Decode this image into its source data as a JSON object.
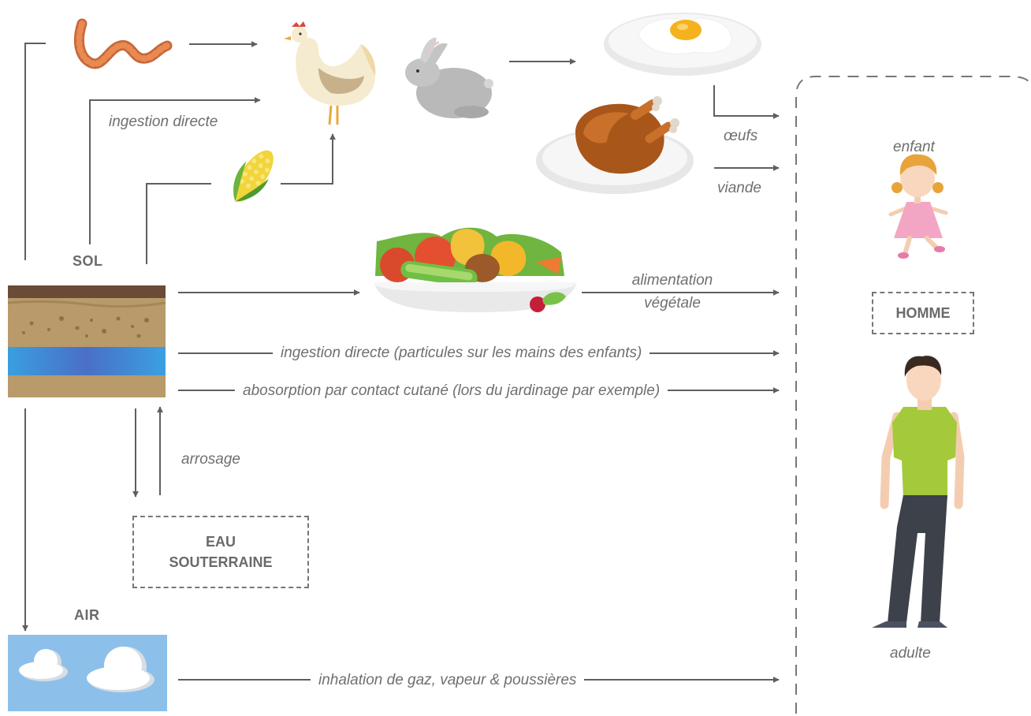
{
  "nodes": {
    "sol": "SOL",
    "air": "AIR",
    "eau_line1": "EAU",
    "eau_line2": "SOUTERRAINE",
    "homme": "HOMME"
  },
  "people": {
    "enfant": "enfant",
    "adulte": "adulte"
  },
  "pathways": {
    "ingestion_directe": "ingestion directe",
    "oeufs": "œufs",
    "viande": "viande",
    "alimentation_line1": "alimentation",
    "alimentation_line2": "végétale",
    "ingestion_enfants": "ingestion directe (particules sur les mains des enfants)",
    "absorption": "abosorption par contact cutané (lors du jardinage par exemple)",
    "arrosage": "arrosage",
    "inhalation": "inhalation de gaz, vapeur & poussières"
  },
  "icons": [
    "worm-icon",
    "chicken-icon",
    "rabbit-icon",
    "corn-icon",
    "egg-plate-icon",
    "roast-chicken-icon",
    "vegetable-bowl-icon",
    "soil-layers-icon",
    "clouds-icon",
    "child-figure-icon",
    "adult-figure-icon"
  ],
  "colors": {
    "line": "#5f5f5f",
    "sky": "#8cc0ea",
    "water": "#3d8ad6",
    "soil": "#b99a6b",
    "topsoil": "#6b4a36",
    "shirt": "#a4c93a"
  }
}
